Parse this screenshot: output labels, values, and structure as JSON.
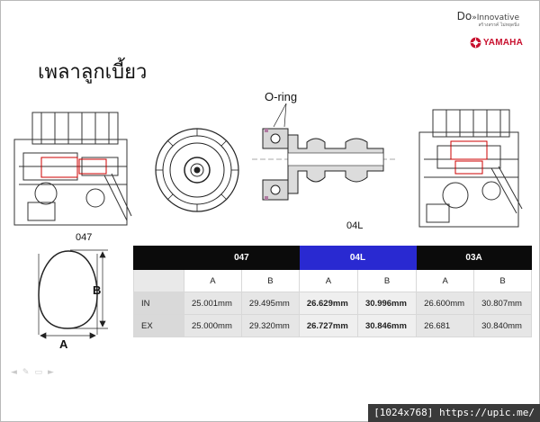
{
  "brand": {
    "do_label": "Do",
    "innovative_label": "»Innovative",
    "tagline": "สร้างสรรค์ ไม่หยุดนิ่ง",
    "yamaha_label": "YAMAHA"
  },
  "slide": {
    "title": "เพลาลูกเบี้ยว",
    "oring_label": "O-ring",
    "engine_left_label": "047",
    "engine_right_label": "04L",
    "cam_a_label": "A",
    "cam_b_label": "B"
  },
  "table": {
    "header": [
      "",
      "047",
      "04L",
      "03A"
    ],
    "subheader": [
      "",
      "A",
      "B",
      "A",
      "B",
      "A",
      "B"
    ],
    "rows": [
      {
        "label": "IN",
        "cells": [
          "25.001mm",
          "29.495mm",
          "26.629mm",
          "30.996mm",
          "26.600mm",
          "30.807mm"
        ]
      },
      {
        "label": "EX",
        "cells": [
          "25.000mm",
          "29.320mm",
          "26.727mm",
          "30.846mm",
          "26.681",
          "30.840mm"
        ]
      }
    ]
  },
  "watermark": "[1024x768] https://upic.me/",
  "colors": {
    "highlight": "#2929d1",
    "header_bg": "#0b0b0b",
    "yamaha_red": "#c8102e"
  }
}
